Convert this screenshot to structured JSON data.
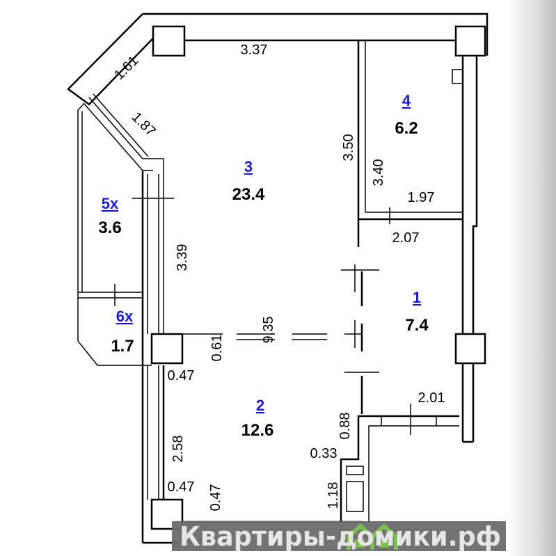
{
  "rooms": [
    {
      "number": "1",
      "area": "7.4"
    },
    {
      "number": "2",
      "area": "12.6"
    },
    {
      "number": "3",
      "area": "23.4"
    },
    {
      "number": "4",
      "area": "6.2"
    },
    {
      "number": "5х",
      "area": "3.6"
    },
    {
      "number": "6х",
      "area": "1.7"
    }
  ],
  "dimensions": {
    "top": "3.37",
    "diag_outer": "1.61",
    "diag_inner": "1.87",
    "room4_left": "3.50",
    "room4_right": "3.40",
    "room4_bottom": "1.97",
    "corridor_top": "2.07",
    "left_wall_upper": "3.39",
    "center": "9.35",
    "col_a": "0.61",
    "col_b": "0.47",
    "left_wall_lower": "2.58",
    "col_c": "0.47",
    "col_d": "0.47",
    "kitchen_top": "2.01",
    "kitchen_a": "0.88",
    "kitchen_b": "0.33",
    "kitchen_c": "1.18"
  },
  "watermark": "Квартиры-домики.рф",
  "colors": {
    "room_number": "#1a1ae6",
    "watermark_bg": "#6b6b6b",
    "house_icon": "#7cbf4e"
  }
}
